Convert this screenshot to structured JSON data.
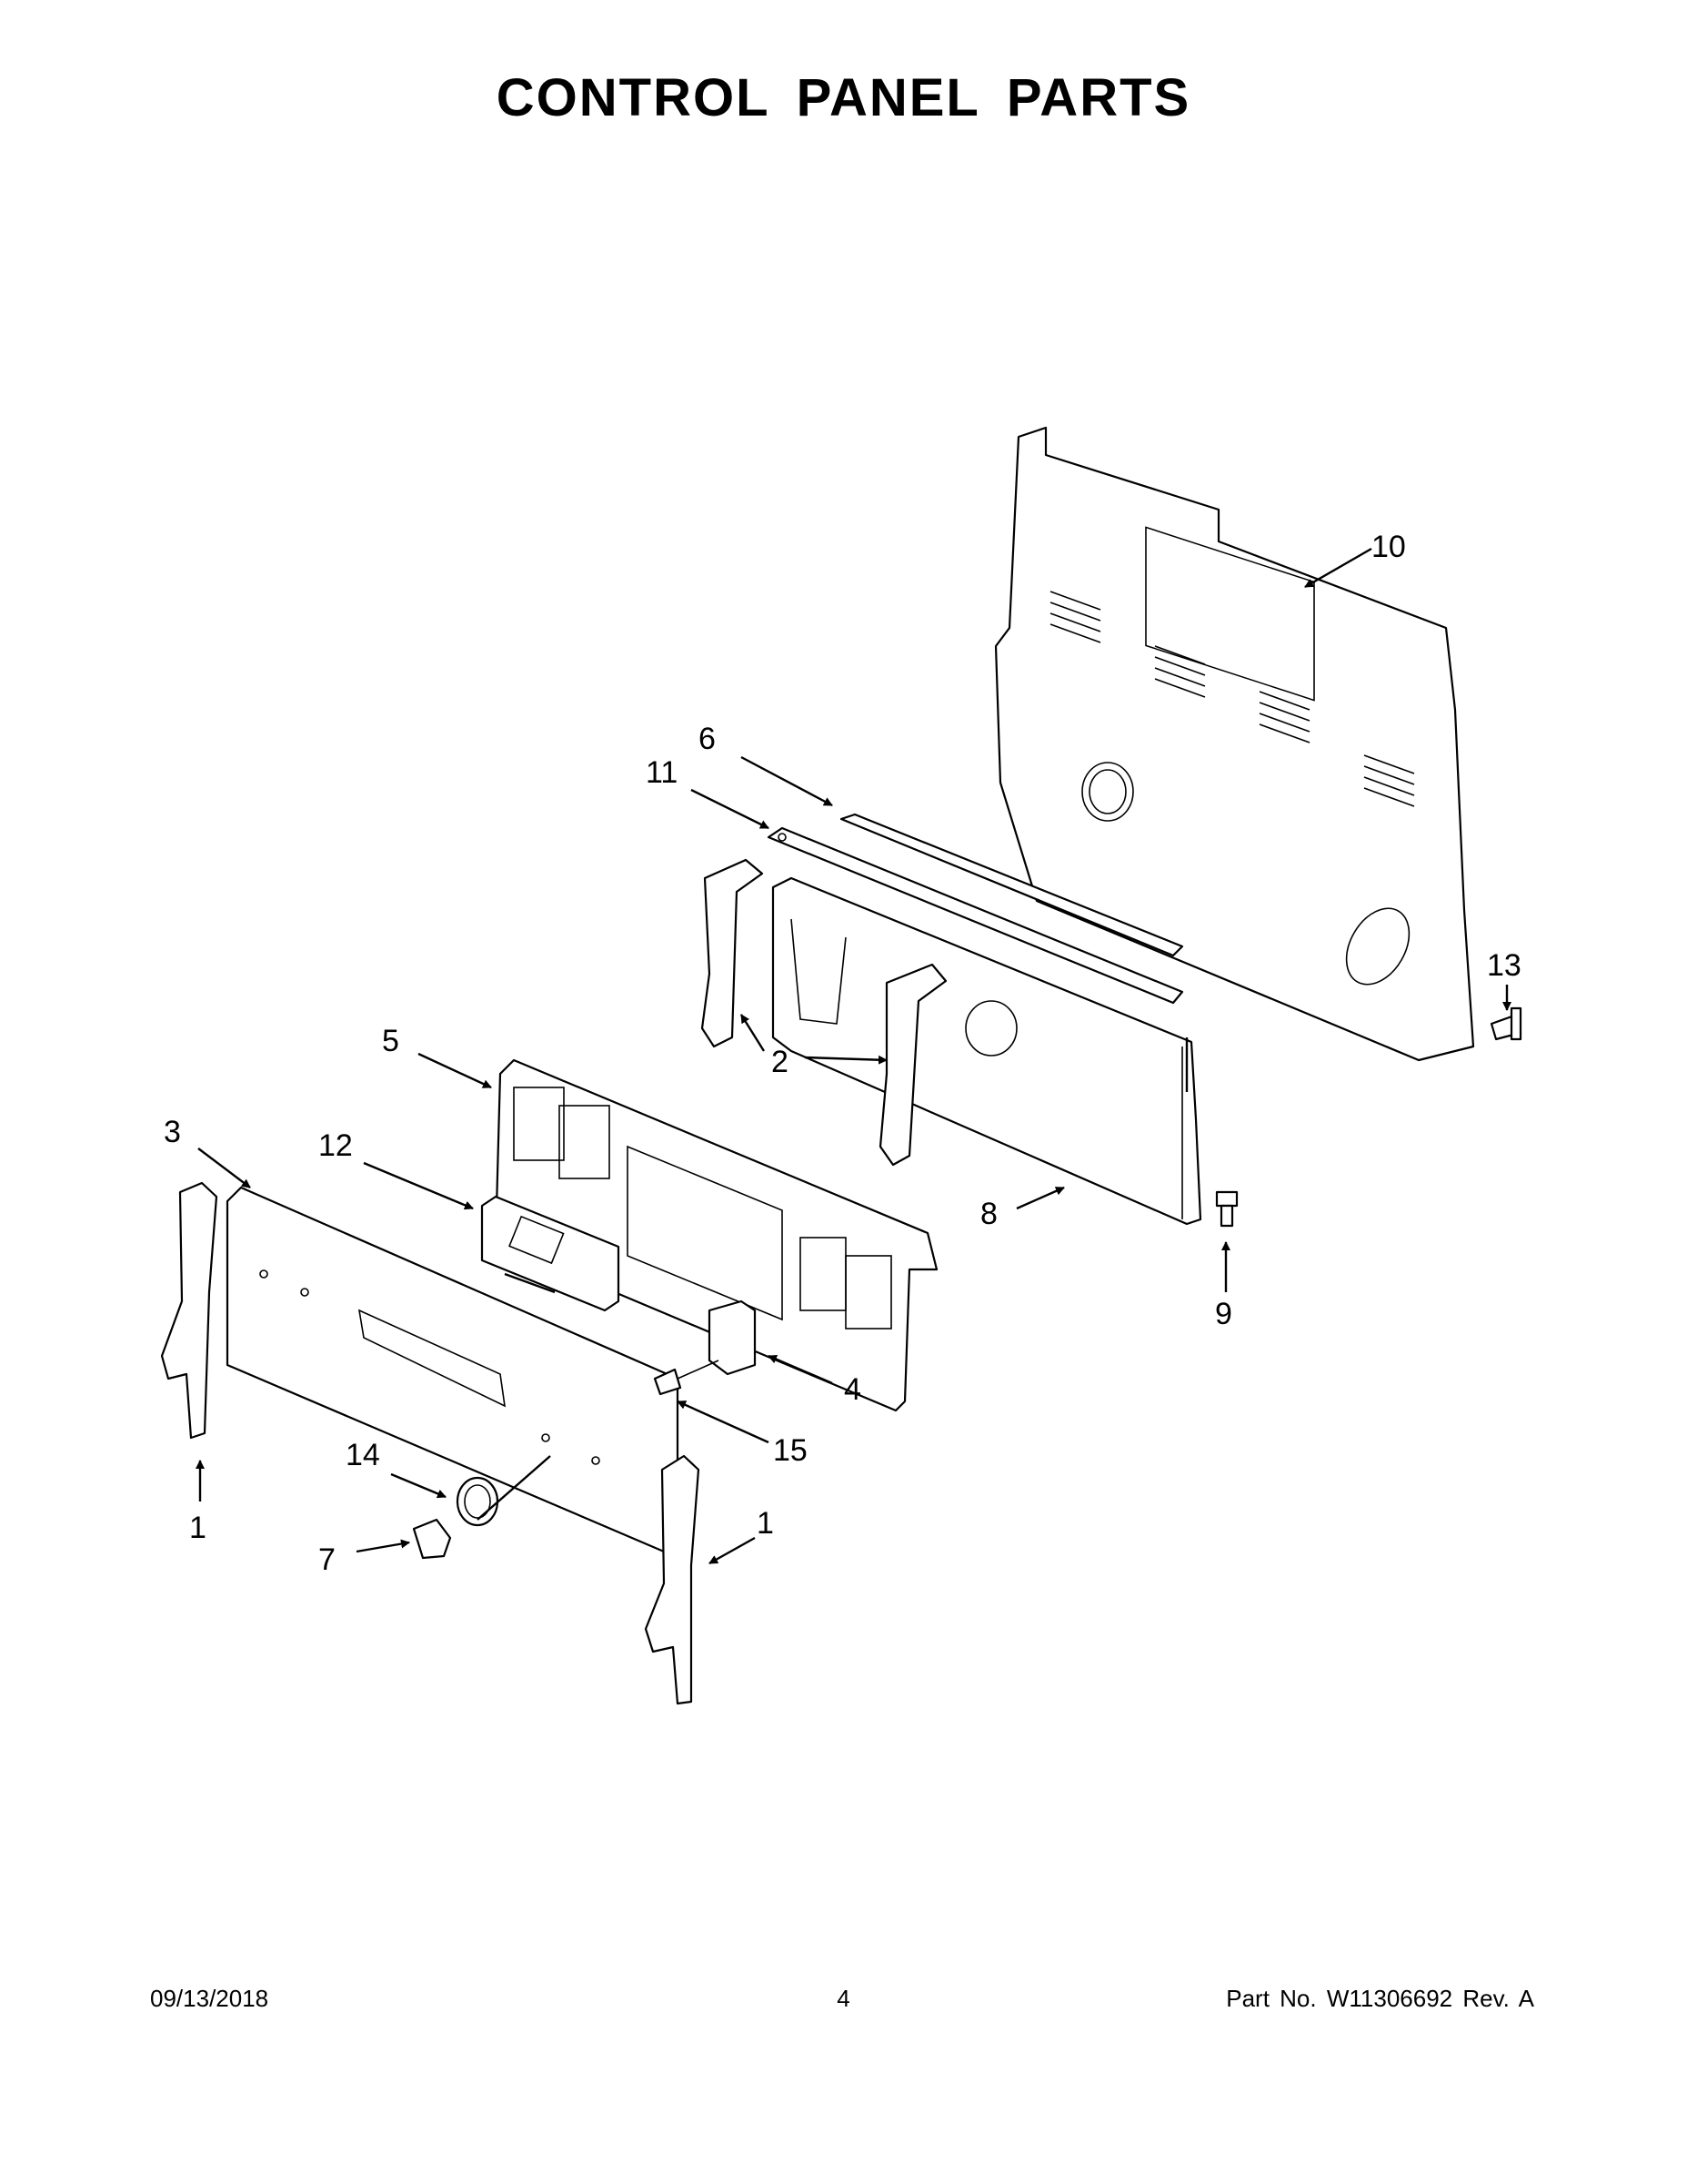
{
  "page": {
    "title": "CONTROL PANEL PARTS",
    "footer": {
      "date": "09/13/2018",
      "page_number": "4",
      "part_number": "Part No.  W11306692  Rev.  A"
    }
  },
  "callouts": [
    {
      "id": "c10",
      "label": "10"
    },
    {
      "id": "c6",
      "label": "6"
    },
    {
      "id": "c11",
      "label": "11"
    },
    {
      "id": "c13",
      "label": "13"
    },
    {
      "id": "c5",
      "label": "5"
    },
    {
      "id": "c2",
      "label": "2"
    },
    {
      "id": "c3",
      "label": "3"
    },
    {
      "id": "c12",
      "label": "12"
    },
    {
      "id": "c8",
      "label": "8"
    },
    {
      "id": "c9",
      "label": "9"
    },
    {
      "id": "c4",
      "label": "4"
    },
    {
      "id": "c15",
      "label": "15"
    },
    {
      "id": "c14",
      "label": "14"
    },
    {
      "id": "c1a",
      "label": "1"
    },
    {
      "id": "c1b",
      "label": "1"
    },
    {
      "id": "c7",
      "label": "7"
    }
  ]
}
